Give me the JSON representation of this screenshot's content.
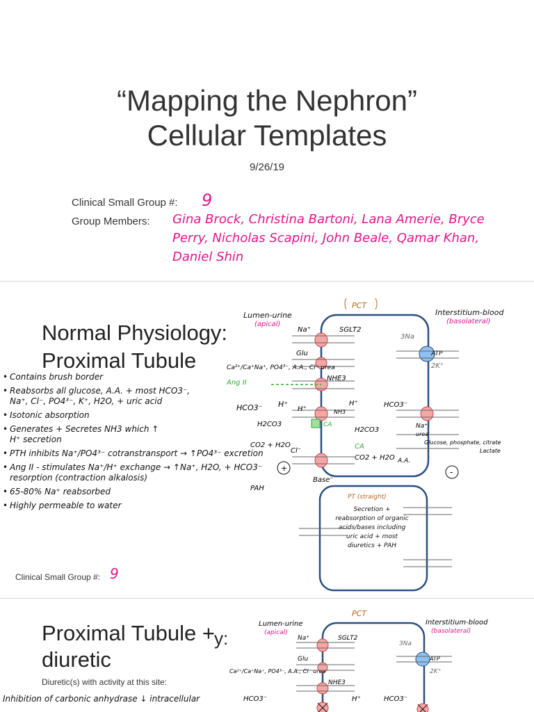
{
  "slide1": {
    "title_line1": "“Mapping the Nephron”",
    "title_line2": "Cellular Templates",
    "date": "9/26/19",
    "group_label": "Clinical Small Group #:",
    "group_number": "9",
    "members_label": "Group Members:",
    "members": "Gina Brock, Christina Bartoni, Lana Amerie, Bryce Perry, Nicholas Scapini, John Beale, Qamar Khan, Daniel Shin"
  },
  "slide2": {
    "title_line1": "Normal Physiology:",
    "title_line2": "Proximal Tubule",
    "notes": [
      "Contains brush border",
      "Reabsorbs all glucose, A.A. + most HCO3⁻, Na⁺, Cl⁻, PO4³⁻, K⁺, H2O, + uric acid",
      "Isotonic absorption",
      "Generates + Secretes NH3 which ↑ H⁺ secretion",
      "PTH inhibits Na⁺/PO4³⁻ cotranstransport → ↑PO4³⁻ excretion",
      "Ang II - stimulates Na⁺/H⁺ exchange → ↑Na⁺, H2O, + HCO3⁻ resorption (contraction alkalosis)",
      "65-80% Na⁺ reabsorbed",
      "Highly permeable to water"
    ],
    "group_label": "Clinical Small Group #:",
    "group_number": "9",
    "diagram": {
      "pct": "PCT",
      "lumen": "Lumen-urine",
      "apical": "(apical)",
      "interstitium": "Interstitium-blood",
      "basolateral": "(basolateral)",
      "na": "Na⁺",
      "sglt2": "SGLT2",
      "glu": "Glu",
      "cotrans": "Ca²⁺/Ca⁺Na⁺, PO4³⁻, A.A., Cl⁻ urea",
      "ang": "Ang II",
      "nhe3": "NHE3",
      "hco3": "HCO3⁻",
      "h": "H⁺",
      "nh3": "NH3",
      "h2co3": "H2CO3",
      "ca": "CA",
      "co2": "CO2 + H2O",
      "cl": "Cl⁻",
      "base": "Base⁻",
      "plus": "+",
      "minus": "-",
      "threena": "3Na",
      "atp": "ATP",
      "twok": "2K⁺",
      "hplus_cell": "H⁺",
      "hco3_cell": "HCO3⁻",
      "h2co3_cell": "H2CO3",
      "ca_cell": "CA",
      "co2_cell": "CO2 + H2O",
      "na_baso": "Na⁺",
      "urea": "urea",
      "glucose_etc": "Glucose, phosphate, citrate",
      "lactate": "Lactate",
      "aa": "A.A.",
      "pt_straight": "PT (straight)",
      "secretion": "Secretion + reabsorption of organic acids/bases including uric acid + most diuretics + PAH",
      "pah": "PAH"
    }
  },
  "slide3": {
    "title_line1": "Proximal Tubule +",
    "title_line2": "diuretic",
    "partial_char": "y:",
    "diuretic_label": "Diuretic(s) with activity at this site:",
    "note": "Inhibition of carbonic anhydrase ↓ intracellular"
  }
}
